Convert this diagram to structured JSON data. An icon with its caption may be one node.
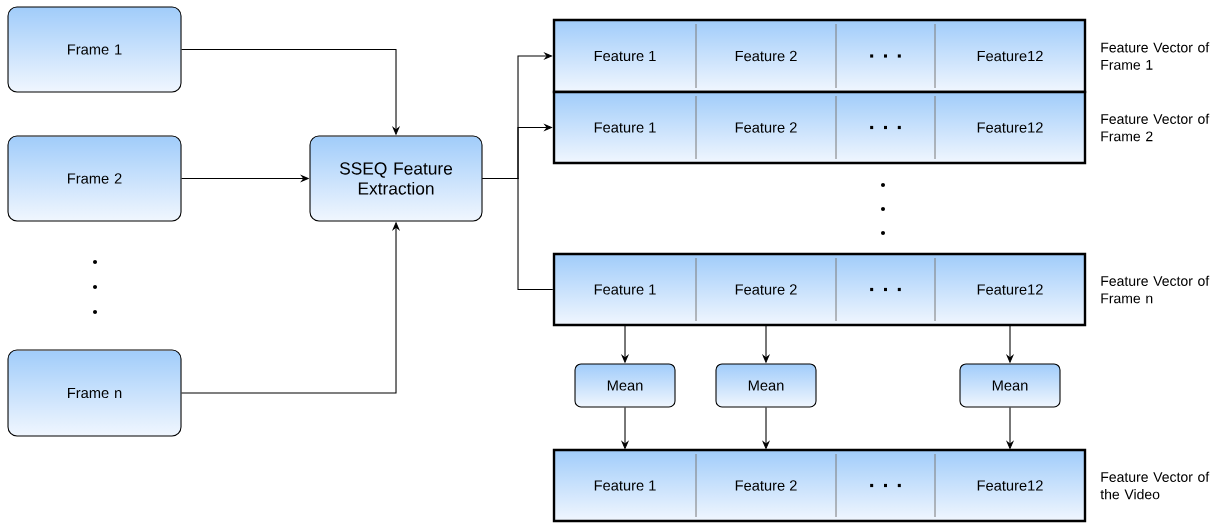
{
  "diagram": {
    "nodes": [
      {
        "text": [
          "Frame 1"
        ]
      },
      {
        "text": [
          "Frame 2"
        ]
      },
      {
        "text": [
          "Frame n"
        ]
      },
      {
        "text": [
          "SSEQ Feature Extraction"
        ]
      },
      {
        "text": [
          "Feature Vector of Frame 1"
        ]
      },
      {
        "text": [
          "Feature 1"
        ],
        "in": 4
      },
      {
        "text": [
          "Feature 2"
        ],
        "in": 4
      },
      {
        "text": [
          ". . ."
        ],
        "in": 4
      },
      {
        "text": [
          "Feature12"
        ],
        "in": 4
      },
      {
        "text": [
          "Feature Vector of Frame 2"
        ]
      },
      {
        "text": [
          "Feature 1"
        ],
        "in": 9
      },
      {
        "text": [
          "Feature 2"
        ],
        "in": 9
      },
      {
        "text": [
          ". . ."
        ],
        "in": 9
      },
      {
        "text": [
          "Feature12"
        ],
        "in": 9
      },
      {
        "text": [
          "Feature Vector of Frame n"
        ]
      },
      {
        "text": [
          "Feature 1"
        ],
        "in": 14
      },
      {
        "text": [
          "Feature 2"
        ],
        "in": 14
      },
      {
        "text": [
          ". . ."
        ],
        "in": 14
      },
      {
        "text": [
          "Feature12"
        ],
        "in": 14
      },
      {
        "text": [
          "Mean"
        ]
      },
      {
        "text": [
          "Mean"
        ]
      },
      {
        "text": [
          "Mean"
        ]
      },
      {
        "text": [
          "Feature Vector of the Video"
        ]
      },
      {
        "text": [
          "Feature 1"
        ],
        "in": 22
      },
      {
        "text": [
          "Feature 2"
        ],
        "in": 22
      },
      {
        "text": [
          ". . ."
        ],
        "in": 22
      },
      {
        "text": [
          "Feature12"
        ],
        "in": 22
      }
    ],
    "edges": [
      {
        "from": 0,
        "to": 3,
        "arrow": "to"
      },
      {
        "from": 1,
        "to": 3,
        "arrow": "to"
      },
      {
        "from": 2,
        "to": 3,
        "arrow": "to"
      },
      {
        "from": 3,
        "to": 4,
        "arrow": "to"
      },
      {
        "from": 3,
        "to": 9,
        "arrow": "to"
      },
      {
        "from": 3,
        "to": 14,
        "arrow": "none"
      },
      {
        "from": 15,
        "to": 19,
        "arrow": "to"
      },
      {
        "from": 16,
        "to": 20,
        "arrow": "to"
      },
      {
        "from": 18,
        "to": 21,
        "arrow": "to"
      },
      {
        "from": 19,
        "to": 23,
        "arrow": "to"
      },
      {
        "from": 20,
        "to": 24,
        "arrow": "to"
      },
      {
        "from": 21,
        "to": 26,
        "arrow": "to"
      }
    ]
  }
}
